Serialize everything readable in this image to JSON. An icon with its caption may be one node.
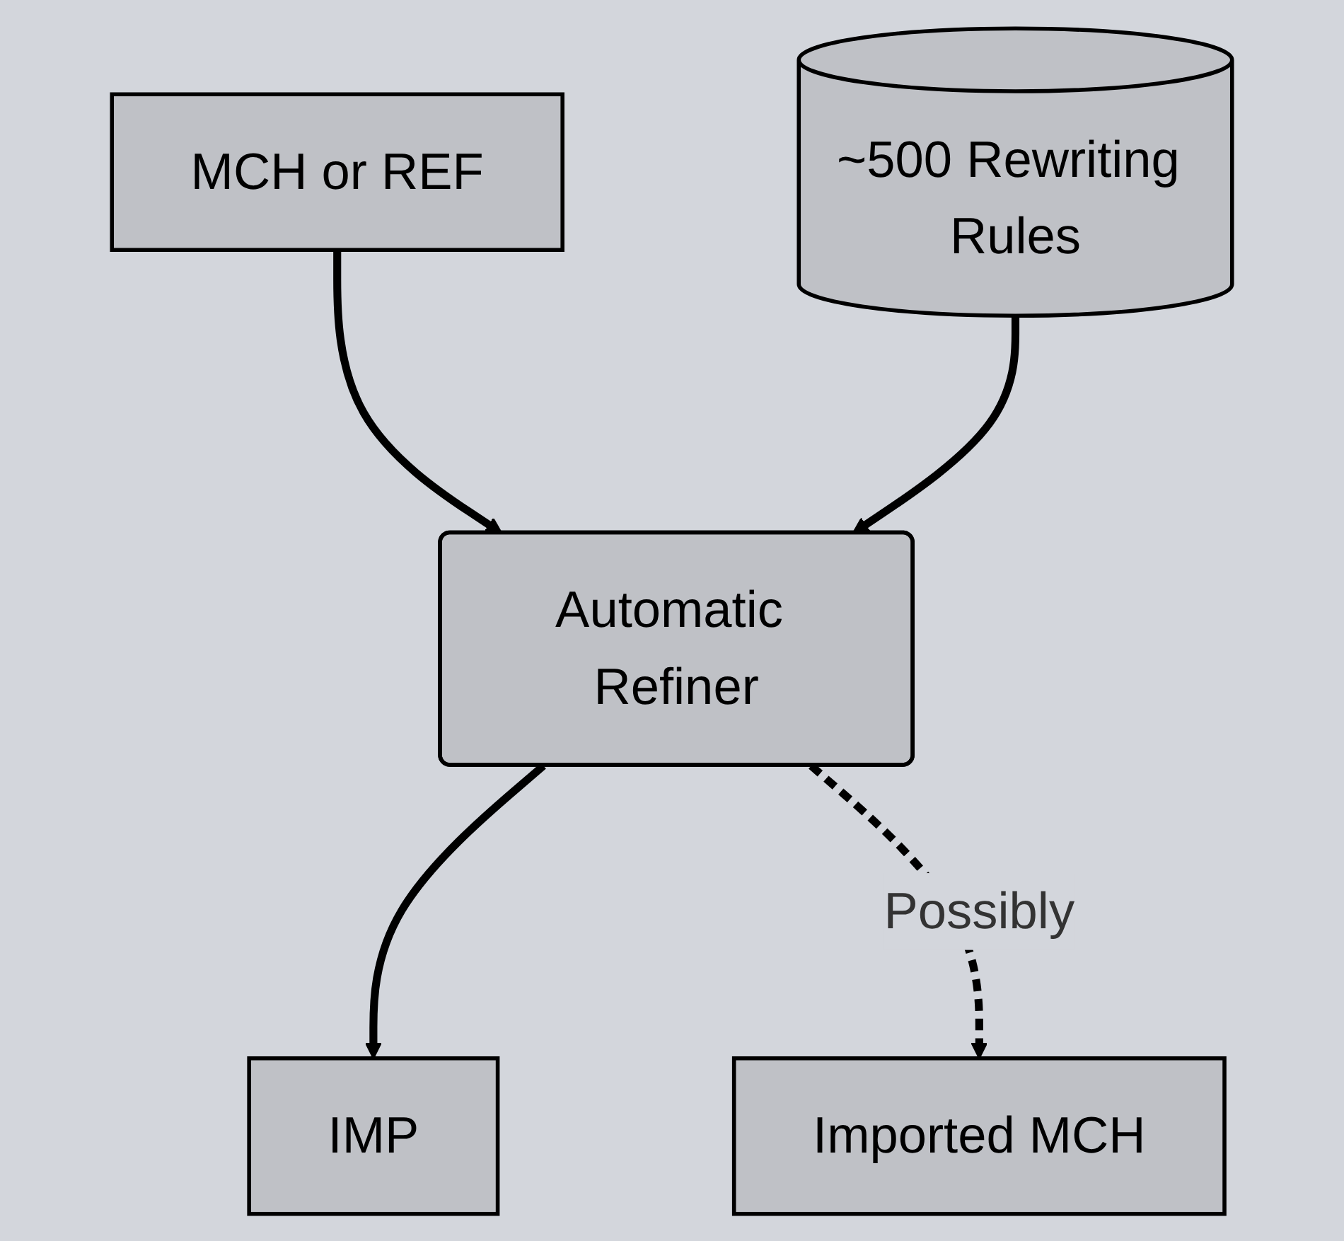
{
  "diagram": {
    "nodes": [
      {
        "text": [
          "MCH or REF"
        ]
      },
      {
        "text": [
          "~500 Rewriting Rules"
        ]
      },
      {
        "text": [
          "Automatic Refiner"
        ]
      },
      {
        "text": [
          "IMP"
        ]
      },
      {
        "text": [
          "Imported MCH"
        ]
      }
    ],
    "edges": [
      {
        "from": 0,
        "to": 2,
        "arrow": "to"
      },
      {
        "from": 1,
        "to": 2,
        "arrow": "to"
      },
      {
        "from": 2,
        "to": 3,
        "arrow": "to"
      },
      {
        "from": 2,
        "to": 4,
        "arrow": "to",
        "label": "Possibly",
        "style": "dashed"
      }
    ]
  }
}
